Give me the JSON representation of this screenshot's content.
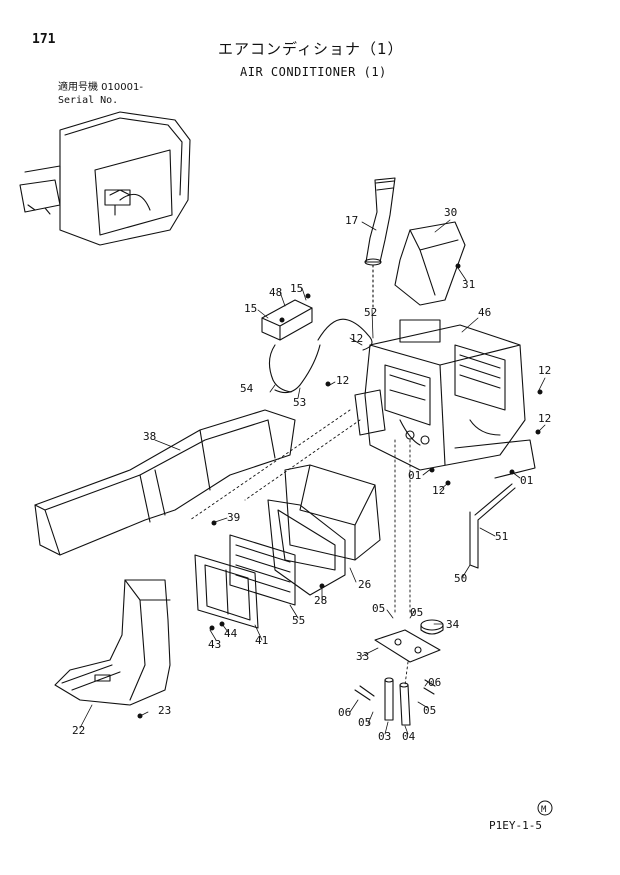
{
  "header": {
    "page_number": "171",
    "title_jp": "エアコンディショナ（1）",
    "title_en": "AIR CONDITIONER (1)",
    "serial_label_jp": "適用号機  010001-",
    "serial_label_en": "Serial No."
  },
  "parts": [
    {
      "ref": "17"
    },
    {
      "ref": "30"
    },
    {
      "ref": "31"
    },
    {
      "ref": "48"
    },
    {
      "ref": "15a",
      "label": "15"
    },
    {
      "ref": "15b",
      "label": "15"
    },
    {
      "ref": "52"
    },
    {
      "ref": "46"
    },
    {
      "ref": "12a",
      "label": "12"
    },
    {
      "ref": "12b",
      "label": "12"
    },
    {
      "ref": "12c",
      "label": "12"
    },
    {
      "ref": "12d",
      "label": "12"
    },
    {
      "ref": "12e",
      "label": "12"
    },
    {
      "ref": "54"
    },
    {
      "ref": "53"
    },
    {
      "ref": "38"
    },
    {
      "ref": "01a",
      "label": "01"
    },
    {
      "ref": "01b",
      "label": "01"
    },
    {
      "ref": "39"
    },
    {
      "ref": "51"
    },
    {
      "ref": "26"
    },
    {
      "ref": "28"
    },
    {
      "ref": "55"
    },
    {
      "ref": "41"
    },
    {
      "ref": "44"
    },
    {
      "ref": "43"
    },
    {
      "ref": "50"
    },
    {
      "ref": "05a",
      "label": "05"
    },
    {
      "ref": "05b",
      "label": "05"
    },
    {
      "ref": "05c",
      "label": "05"
    },
    {
      "ref": "05d",
      "label": "05"
    },
    {
      "ref": "34"
    },
    {
      "ref": "33"
    },
    {
      "ref": "06a",
      "label": "06"
    },
    {
      "ref": "06b",
      "label": "06"
    },
    {
      "ref": "22"
    },
    {
      "ref": "23"
    },
    {
      "ref": "03"
    },
    {
      "ref": "04"
    }
  ],
  "footer": {
    "mark": "M",
    "code": "P1EY-1-5"
  }
}
